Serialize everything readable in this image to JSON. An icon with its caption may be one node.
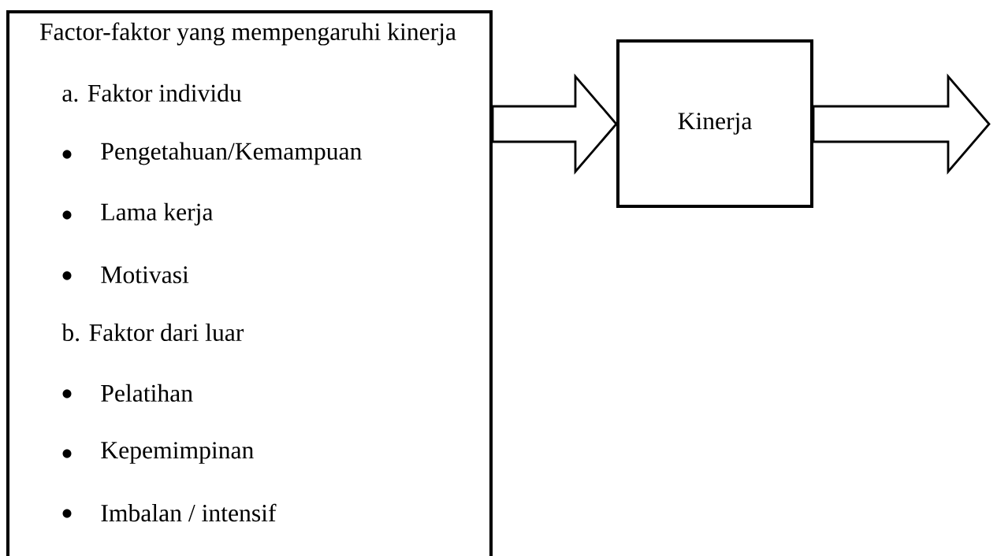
{
  "diagram": {
    "nodes": [
      {
        "text": [
          "Factor-faktor yang mempengaruhi kinerja",
          "a. Faktor individu",
          "Pengetahuan/Kemampuan",
          "Lama kerja",
          "Motivasi",
          "b. Faktor dari luar",
          "Pelatihan",
          "Kepemimpinan",
          "Imbalan / intensif"
        ]
      },
      {
        "text": [
          "Kinerja"
        ]
      }
    ],
    "edges": [
      {
        "from": 0,
        "to": 1,
        "arrow": "to"
      },
      {
        "from": 1,
        "to": null,
        "arrow": "to"
      }
    ]
  }
}
